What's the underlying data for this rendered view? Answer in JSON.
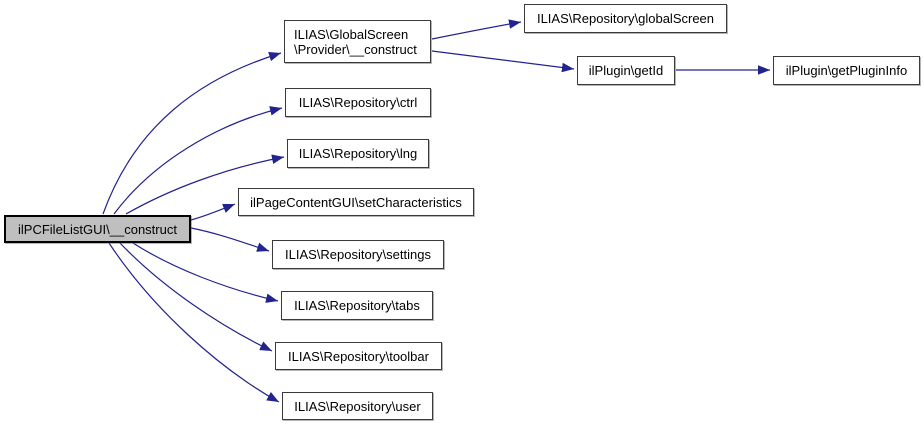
{
  "diagram": {
    "type": "call-graph",
    "colors": {
      "edge": "#23238e",
      "node_border": "#3a3a3a",
      "node_fill": "#ffffff",
      "highlight_fill": "#bfbfbf",
      "highlight_border": "#000000",
      "text": "#000000",
      "background": "#ffffff"
    },
    "nodes": {
      "main": {
        "label": "ilPCFileListGUI\\__construct",
        "highlighted": true
      },
      "provider_construct": {
        "label_line1": "ILIAS\\GlobalScreen",
        "label_line2": "\\Provider\\__construct"
      },
      "ctrl": {
        "label": "ILIAS\\Repository\\ctrl"
      },
      "lng": {
        "label": "ILIAS\\Repository\\lng"
      },
      "set_characteristics": {
        "label": "ilPageContentGUI\\setCharacteristics"
      },
      "settings": {
        "label": "ILIAS\\Repository\\settings"
      },
      "tabs": {
        "label": "ILIAS\\Repository\\tabs"
      },
      "toolbar": {
        "label": "ILIAS\\Repository\\toolbar"
      },
      "user": {
        "label": "ILIAS\\Repository\\user"
      },
      "global_screen": {
        "label": "ILIAS\\Repository\\globalScreen"
      },
      "get_id": {
        "label": "ilPlugin\\getId"
      },
      "get_plugin_info": {
        "label": "ilPlugin\\getPluginInfo"
      }
    },
    "edges": [
      {
        "from": "main",
        "to": "provider_construct"
      },
      {
        "from": "main",
        "to": "ctrl"
      },
      {
        "from": "main",
        "to": "lng"
      },
      {
        "from": "main",
        "to": "set_characteristics"
      },
      {
        "from": "main",
        "to": "settings"
      },
      {
        "from": "main",
        "to": "tabs"
      },
      {
        "from": "main",
        "to": "toolbar"
      },
      {
        "from": "main",
        "to": "user"
      },
      {
        "from": "provider_construct",
        "to": "global_screen"
      },
      {
        "from": "provider_construct",
        "to": "get_id"
      },
      {
        "from": "get_id",
        "to": "get_plugin_info"
      }
    ]
  }
}
